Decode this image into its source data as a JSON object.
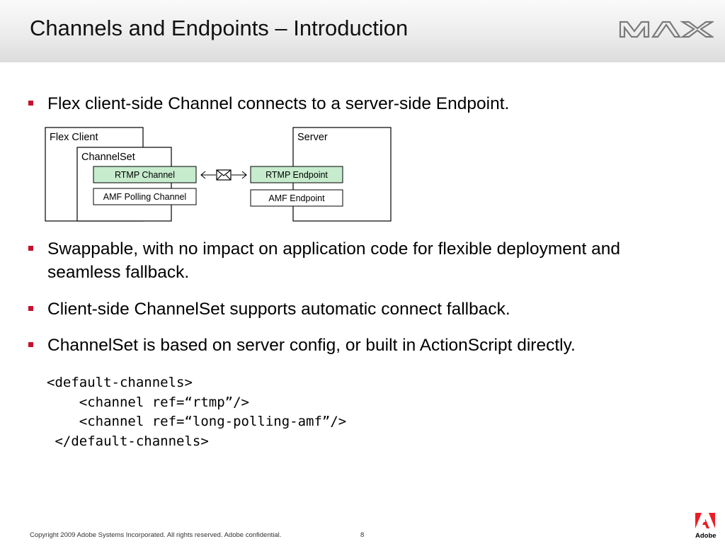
{
  "slide": {
    "title": "Channels and Endpoints – Introduction",
    "logo_label": "MAX",
    "bullets": [
      "Flex client-side Channel connects to a server-side Endpoint.",
      "Swappable, with no impact on application code for flexible deployment and seamless fallback.",
      "Client-side ChannelSet supports automatic connect fallback.",
      "ChannelSet is based on server config, or built in ActionScript directly."
    ],
    "code_lines": [
      "<default-channels>",
      "    <channel ref=“rtmp”/>",
      "    <channel ref=“long-polling-amf”/>",
      " </default-channels>"
    ]
  },
  "diagram": {
    "client_label": "Flex Client",
    "channelset_label": "ChannelSet",
    "server_label": "Server",
    "rtmp_channel": "RTMP Channel",
    "amf_channel": "AMF Polling Channel",
    "rtmp_endpoint": "RTMP Endpoint",
    "amf_endpoint": "AMF Endpoint"
  },
  "footer": {
    "copyright": "Copyright 2009 Adobe Systems Incorporated.  All rights reserved.  Adobe confidential.",
    "page_number": "8",
    "brand": "Adobe"
  },
  "colors": {
    "bullet": "#c8102e",
    "highlight_box": "#c6ebcd",
    "adobe_red": "#ed1c24"
  }
}
